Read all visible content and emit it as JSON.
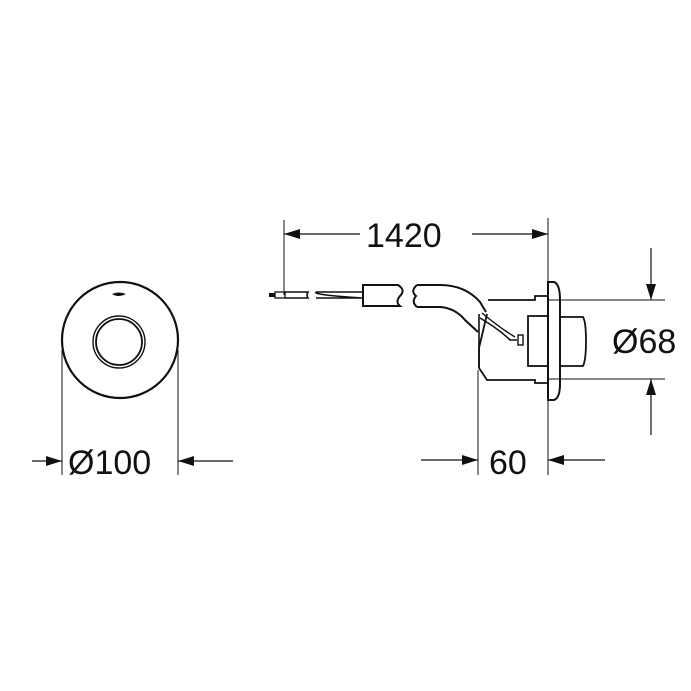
{
  "diagram": {
    "type": "technical drawing",
    "front_view": {
      "dimension_label": "Ø100",
      "description": "circular wall plate with push button"
    },
    "side_view": {
      "dimensions": {
        "cable_length": "1420",
        "depth": "60",
        "diameter": "Ø68"
      },
      "description": "actuator with flexible cable/hose"
    },
    "colors": {
      "line": "#111111",
      "background": "#ffffff"
    }
  }
}
